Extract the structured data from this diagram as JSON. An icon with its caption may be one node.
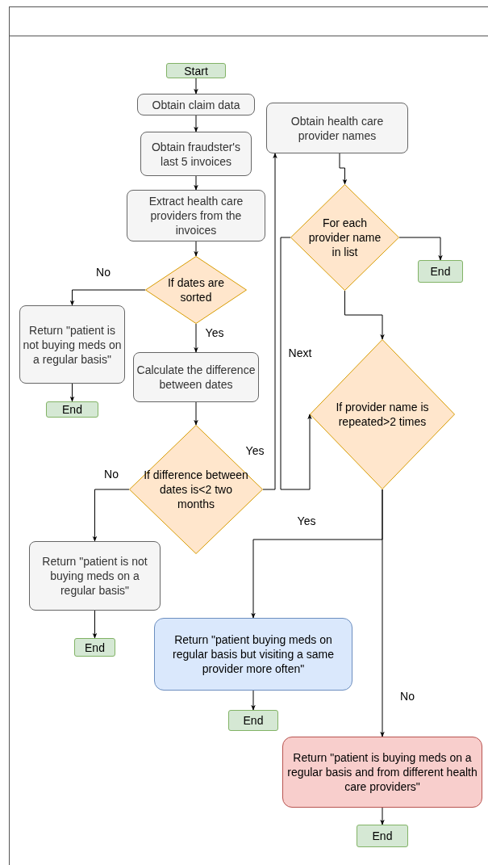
{
  "diagram": {
    "nodes": [
      {
        "text": [
          "Start"
        ]
      },
      {
        "text": [
          "Obtain claim data"
        ]
      },
      {
        "text": [
          "Obtain fraudster's last 5 invoices"
        ]
      },
      {
        "text": [
          "Extract health care providers from the invoices"
        ]
      },
      {
        "text": [
          "If dates are sorted"
        ]
      },
      {
        "text": [
          "Return \"patient is not buying meds on a regular basis\""
        ]
      },
      {
        "text": [
          "End"
        ]
      },
      {
        "text": [
          "Calculate the difference between dates"
        ]
      },
      {
        "text": [
          "If difference between dates is<2 two months"
        ]
      },
      {
        "text": [
          "Return \"patient is not buying meds on a regular basis\""
        ]
      },
      {
        "text": [
          "End"
        ]
      },
      {
        "text": [
          "Obtain health care provider names"
        ]
      },
      {
        "text": [
          "For each provider name in list"
        ]
      },
      {
        "text": [
          "End"
        ]
      },
      {
        "text": [
          "If provider name is repeated>2 times"
        ]
      },
      {
        "text": [
          "Return \"patient buying meds on regular basis but visiting a same provider more often\""
        ]
      },
      {
        "text": [
          "End"
        ]
      },
      {
        "text": [
          "Return \"patient is buying meds on a regular basis and from different health care providers\""
        ]
      },
      {
        "text": [
          "End"
        ]
      }
    ],
    "edges": [
      {
        "from": 0,
        "to": 1,
        "arrow": "to"
      },
      {
        "from": 1,
        "to": 2,
        "arrow": "to"
      },
      {
        "from": 2,
        "to": 3,
        "arrow": "to"
      },
      {
        "from": 3,
        "to": 4,
        "arrow": "to"
      },
      {
        "from": 4,
        "to": 5,
        "arrow": "to",
        "label": "No"
      },
      {
        "from": 5,
        "to": 6,
        "arrow": "to"
      },
      {
        "from": 4,
        "to": 7,
        "arrow": "to",
        "label": "Yes"
      },
      {
        "from": 7,
        "to": 8,
        "arrow": "to"
      },
      {
        "from": 8,
        "to": 9,
        "arrow": "to",
        "label": "No"
      },
      {
        "from": 9,
        "to": 10,
        "arrow": "to"
      },
      {
        "from": 8,
        "to": 11,
        "arrow": "to",
        "label": "Yes"
      },
      {
        "from": 11,
        "to": 12,
        "arrow": "to"
      },
      {
        "from": 12,
        "to": 13,
        "arrow": "to"
      },
      {
        "from": 12,
        "to": 14,
        "arrow": "to"
      },
      {
        "from": 12,
        "to": 14,
        "arrow": "to",
        "label": "Next"
      },
      {
        "from": 14,
        "to": 15,
        "arrow": "to",
        "label": "Yes"
      },
      {
        "from": 14,
        "to": 17,
        "arrow": "to",
        "label": "No"
      },
      {
        "from": 15,
        "to": 16,
        "arrow": "to"
      },
      {
        "from": 17,
        "to": 18,
        "arrow": "to"
      }
    ]
  }
}
